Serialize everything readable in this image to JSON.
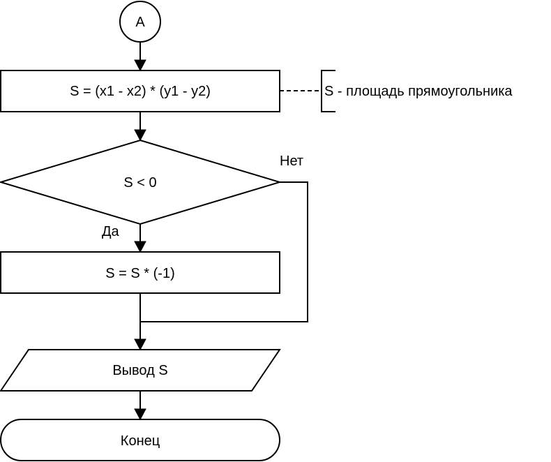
{
  "flowchart": {
    "connector_label": "A",
    "compute_area": "S = (x1 - x2) * (y1 - y2)",
    "comment": "S - площадь прямоугольника",
    "condition": "S < 0",
    "yes_label": "Да",
    "no_label": "Нет",
    "negate_step": "S = S * (-1)",
    "output_step": "Вывод S",
    "end_label": "Конец"
  }
}
